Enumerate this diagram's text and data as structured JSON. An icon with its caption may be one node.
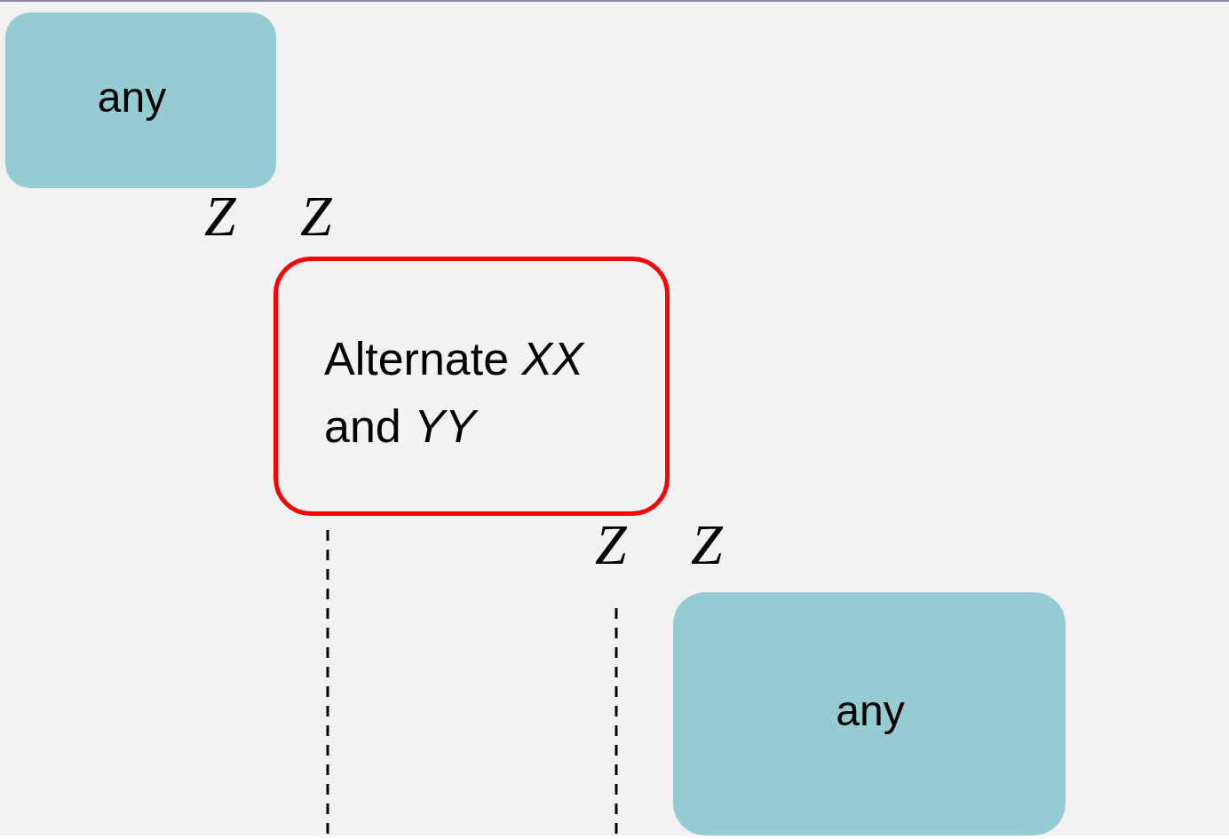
{
  "diagram": {
    "nodes": [
      {
        "text": [
          "any"
        ]
      },
      {
        "text": [
          "Alternate *XX* and *YY*"
        ]
      },
      {
        "text": [
          "any"
        ]
      }
    ],
    "labels": [
      "Z",
      "Z",
      "Z",
      "Z"
    ]
  }
}
